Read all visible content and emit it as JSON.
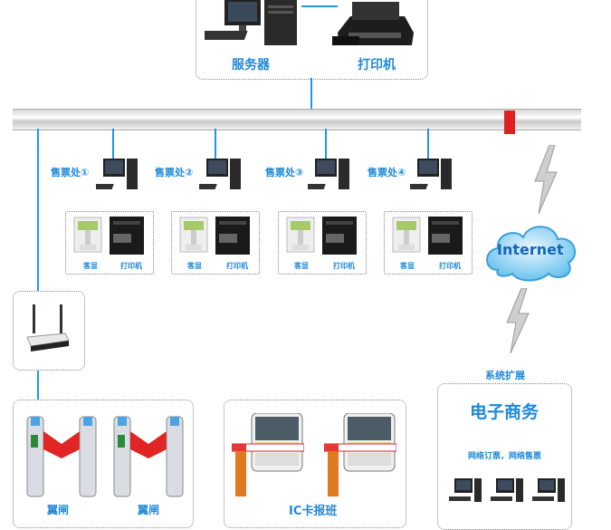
{
  "server_box": {
    "server_label": "服务器",
    "printer_label": "打印机"
  },
  "ticket_offices": [
    {
      "label": "售票处①",
      "display_label": "客显",
      "printer_label": "打印机"
    },
    {
      "label": "售票处②",
      "display_label": "客显",
      "printer_label": "打印机"
    },
    {
      "label": "售票处③",
      "display_label": "客显",
      "printer_label": "打印机"
    },
    {
      "label": "售票处④",
      "display_label": "客显",
      "printer_label": "打印机"
    }
  ],
  "internet": {
    "label": "Internet"
  },
  "expansion": {
    "label": "系统扩展"
  },
  "ecommerce": {
    "title": "电子商务",
    "subtitle": "网络订票，网络售票"
  },
  "gates": {
    "gate1_label": "翼闸",
    "gate2_label": "翼闸"
  },
  "ic_card": {
    "label": "IC卡报班"
  },
  "colors": {
    "accent": "#1e88d8",
    "line": "#2196e8",
    "bus_marker": "#e02020"
  }
}
